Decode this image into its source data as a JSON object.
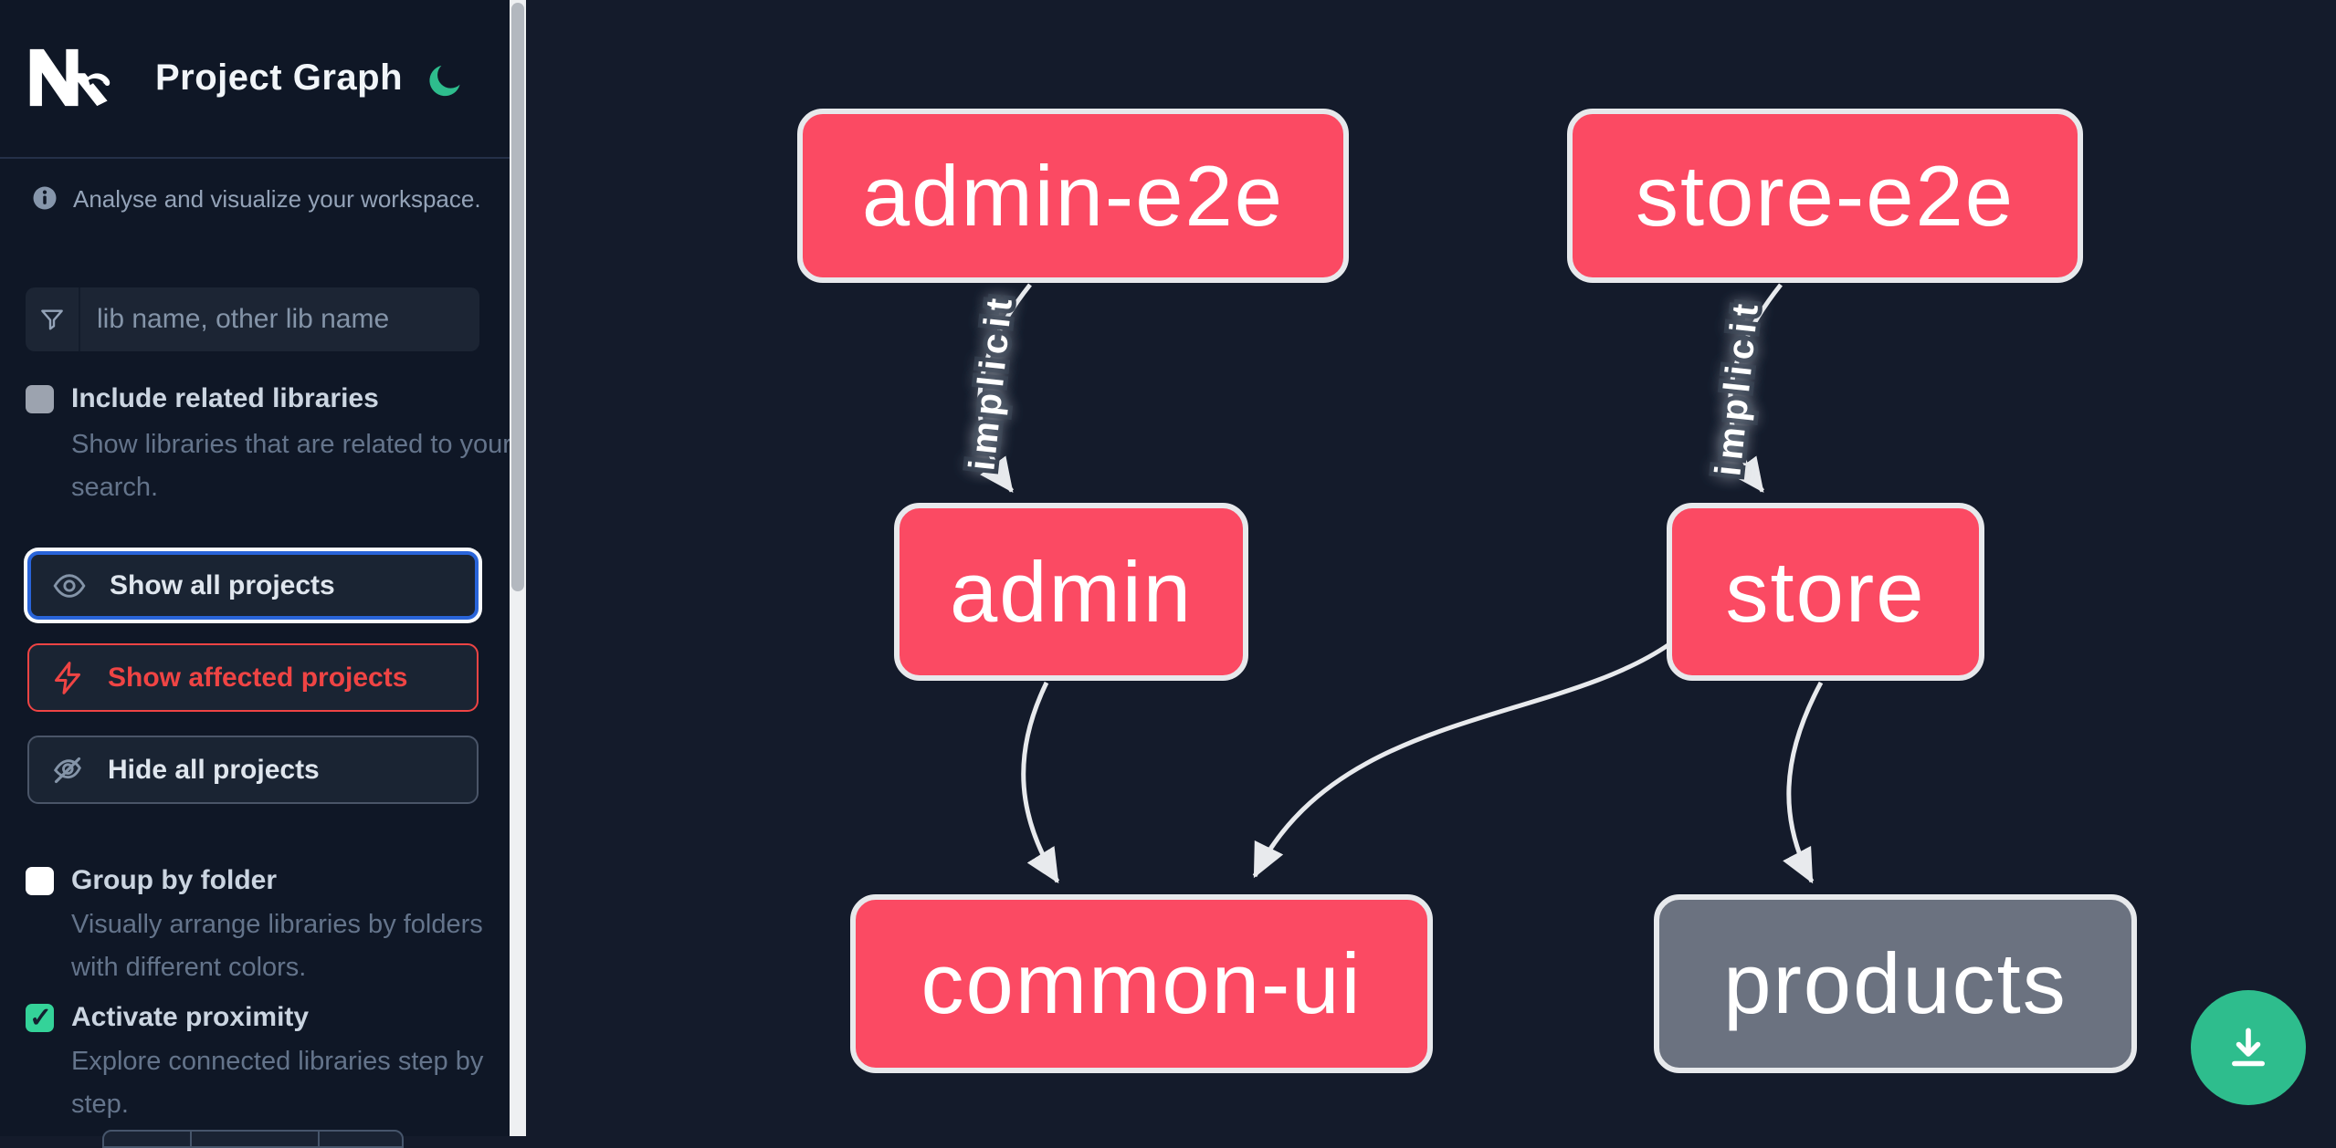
{
  "app": {
    "title": "Project Graph",
    "tagline": "Analyse and visualize your workspace."
  },
  "sidebar": {
    "search": {
      "placeholder": "lib name, other lib name"
    },
    "toggles": [
      {
        "label": "Include related libraries",
        "description": "Show libraries that are related to your search.",
        "checked": false
      },
      {
        "label": "Group by folder",
        "description": "Visually arrange libraries by folders with different colors.",
        "checked": false
      },
      {
        "label": "Activate proximity",
        "description": "Explore connected libraries step by step.",
        "checked": true
      }
    ],
    "buttons": [
      {
        "label": "Show all projects",
        "icon": "eye-icon",
        "state": "focused"
      },
      {
        "label": "Show affected projects",
        "icon": "bolt-icon",
        "state": "danger"
      },
      {
        "label": "Hide all projects",
        "icon": "eye-off-icon",
        "state": "default"
      }
    ]
  },
  "graph": {
    "nodes": [
      {
        "id": "admin-e2e",
        "label": "admin-e2e",
        "type": "affected"
      },
      {
        "id": "store-e2e",
        "label": "store-e2e",
        "type": "affected"
      },
      {
        "id": "admin",
        "label": "admin",
        "type": "affected"
      },
      {
        "id": "store",
        "label": "store",
        "type": "affected"
      },
      {
        "id": "common-ui",
        "label": "common-ui",
        "type": "affected"
      },
      {
        "id": "products",
        "label": "products",
        "type": "normal"
      }
    ],
    "edges": [
      {
        "from": "admin-e2e",
        "to": "admin",
        "label": "implicit"
      },
      {
        "from": "store-e2e",
        "to": "store",
        "label": "implicit"
      },
      {
        "from": "admin",
        "to": "common-ui",
        "label": ""
      },
      {
        "from": "store",
        "to": "common-ui",
        "label": ""
      },
      {
        "from": "store",
        "to": "products",
        "label": ""
      }
    ]
  },
  "icons": [
    "nx-logo",
    "moon-icon",
    "info-icon",
    "filter-funnel-icon",
    "eye-icon",
    "bolt-icon",
    "eye-off-icon",
    "download-icon"
  ],
  "colors": {
    "sidebar_bg": "#0f1726",
    "canvas_bg": "#141b2b",
    "node_affected": "#fb4a63",
    "node_normal": "#6b7280",
    "node_border": "#e7e9ec",
    "edge": "#e8eaed",
    "accent_blue": "#2964d9",
    "accent_red": "#ef4444",
    "accent_green": "#2ebd8d",
    "checkbox_green": "#34d399"
  }
}
